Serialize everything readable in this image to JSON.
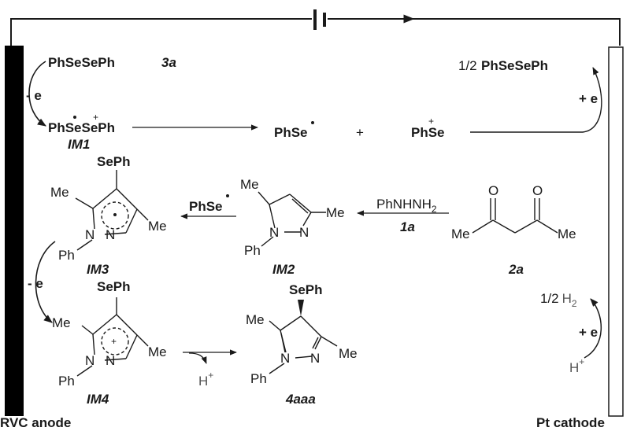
{
  "electrodes": {
    "anode_label": "RVC anode",
    "cathode_label": "Pt cathode"
  },
  "top_row": {
    "reactant": "PhSeSePh",
    "reactant_code": "3a",
    "oxidation_step": "- e",
    "radical_cation": "PhSeSePh",
    "radical_cation_code": "IM1",
    "radical": "PhSe",
    "plus": "+",
    "cation": "PhSe",
    "cathode_product": "1/2",
    "cathode_product_name": "PhSeSePh",
    "reduction_step": "+ e"
  },
  "middle_row": {
    "im3_sub": "SePh",
    "methyl": "Me",
    "phenyl": "Ph",
    "n": "N",
    "im3_code": "IM3",
    "reagent_radical": "PhSe",
    "im2_code": "IM2",
    "hydrazine": "PhNHNH",
    "hydrazine_sub": "2",
    "hydrazine_code": "1a",
    "diketone_code": "2a",
    "oxygen": "O"
  },
  "bottom_row": {
    "oxidation_step": "- e",
    "im4_code": "IM4",
    "proton": "H",
    "product_code": "4aaa",
    "hydrogen_half": "1/2",
    "hydrogen": "H",
    "hydrogen_sub": "2",
    "reduction_step": "+ e",
    "proton_cathode": "H"
  }
}
